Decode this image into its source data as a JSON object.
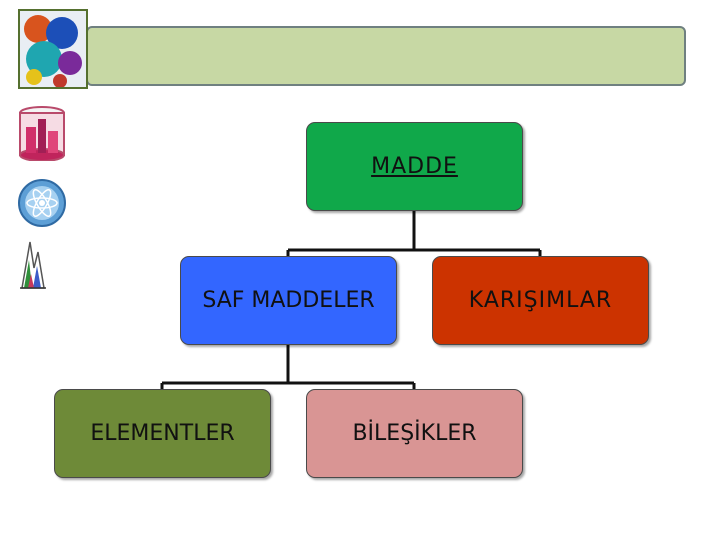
{
  "header": {
    "bar_color": "#c7d8a4"
  },
  "icons": {
    "thumbnail": "colored-spheres-image",
    "side": [
      "beaker-with-liquids-icon",
      "atom-icon",
      "spectrum-peaks-icon"
    ]
  },
  "diagram": {
    "root": {
      "label": "MADDE",
      "color": "#10a84a"
    },
    "level1": [
      {
        "label": "SAF MADDELER",
        "color": "#3366ff"
      },
      {
        "label": "KARIŞIMLAR",
        "color": "#cc3300"
      }
    ],
    "level2": [
      {
        "label": "ELEMENTLER",
        "color": "#6e8a38"
      },
      {
        "label": "BİLEŞİKLER",
        "color": "#d99594"
      }
    ]
  }
}
